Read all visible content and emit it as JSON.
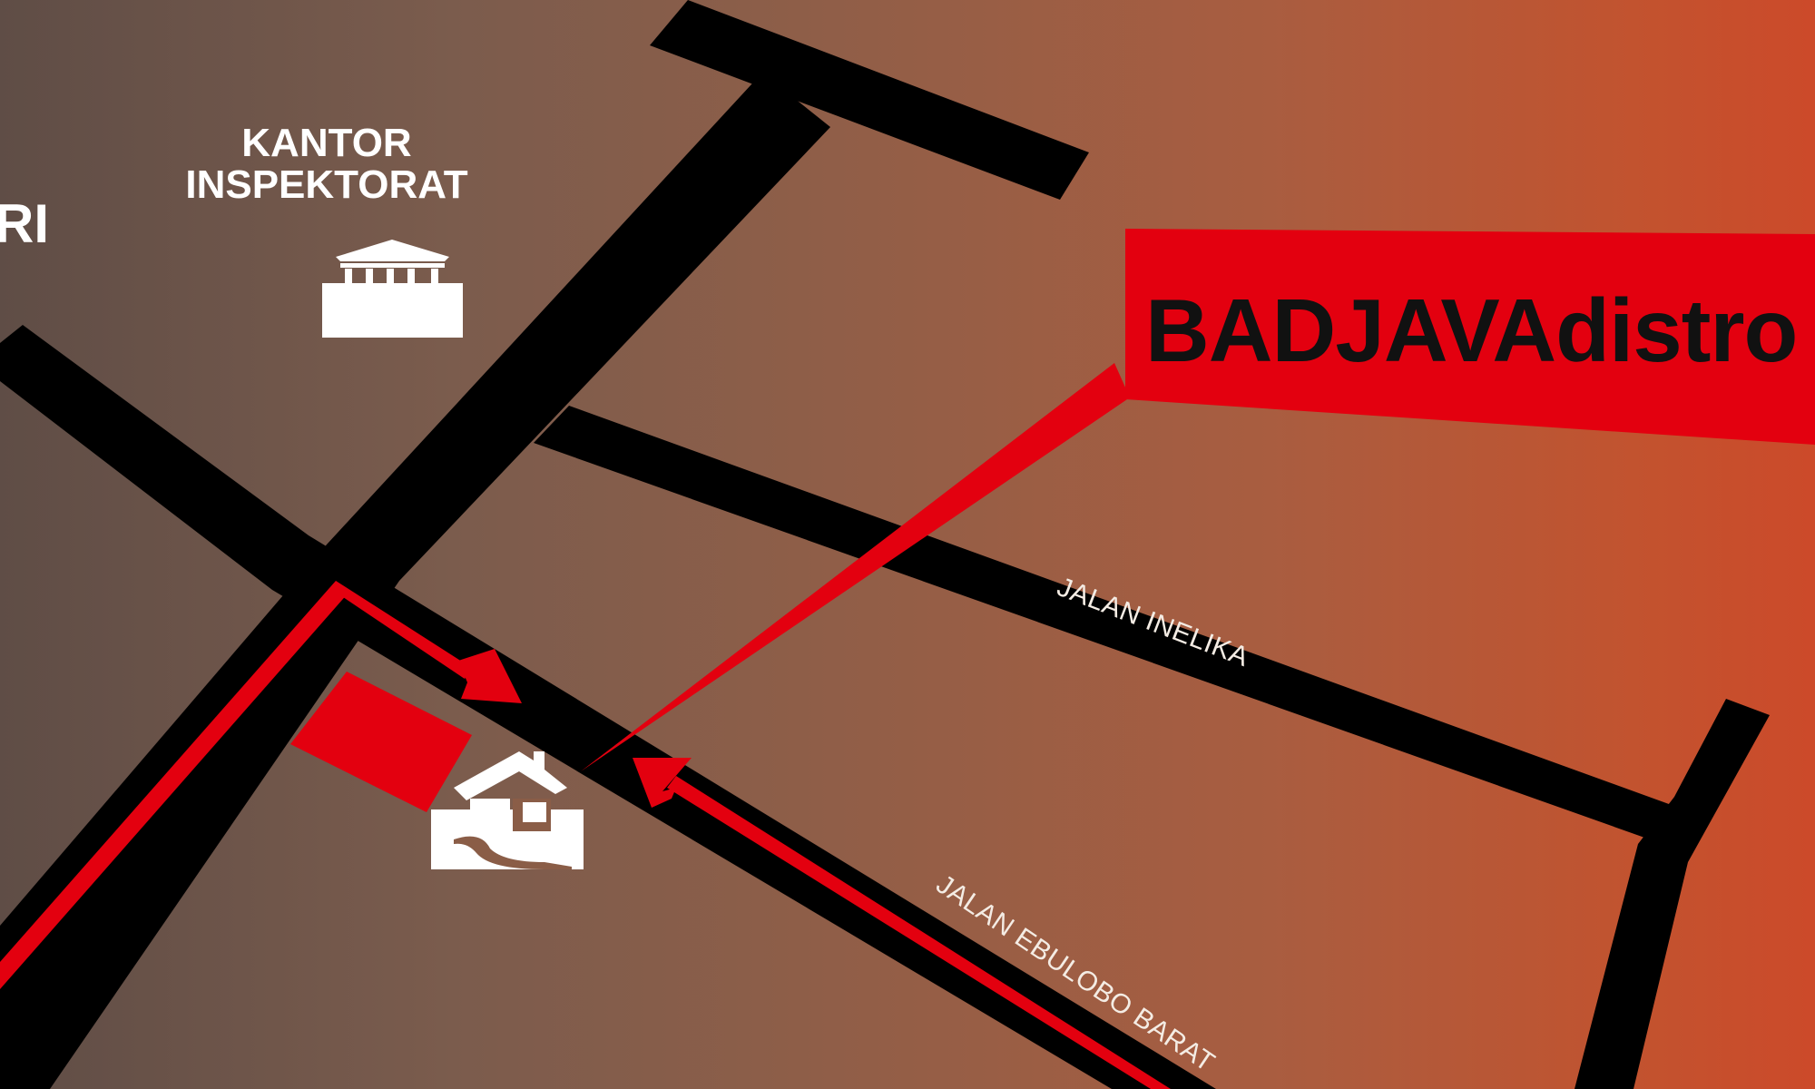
{
  "map": {
    "colors": {
      "road": "#000000",
      "route": "#e3000f",
      "callout": "#e3000f",
      "icon": "#ffffff",
      "label_text": "#ffffff",
      "callout_text": "#111111"
    },
    "landmarks": [
      {
        "id": "kantor-inspektorat",
        "label_line1": "KANTOR",
        "label_line2": "INSPEKTORAT",
        "icon": "government-building-icon"
      },
      {
        "id": "partial-left-landmark",
        "label": "RI"
      }
    ],
    "streets": [
      {
        "id": "jalan-inelika",
        "label": "JALAN INELIKA"
      },
      {
        "id": "jalan-ebulobo-barat",
        "label": "JALAN EBULOBO BARAT"
      }
    ],
    "destination": {
      "name": "BADJAVAdistro",
      "icon": "house-icon"
    }
  }
}
